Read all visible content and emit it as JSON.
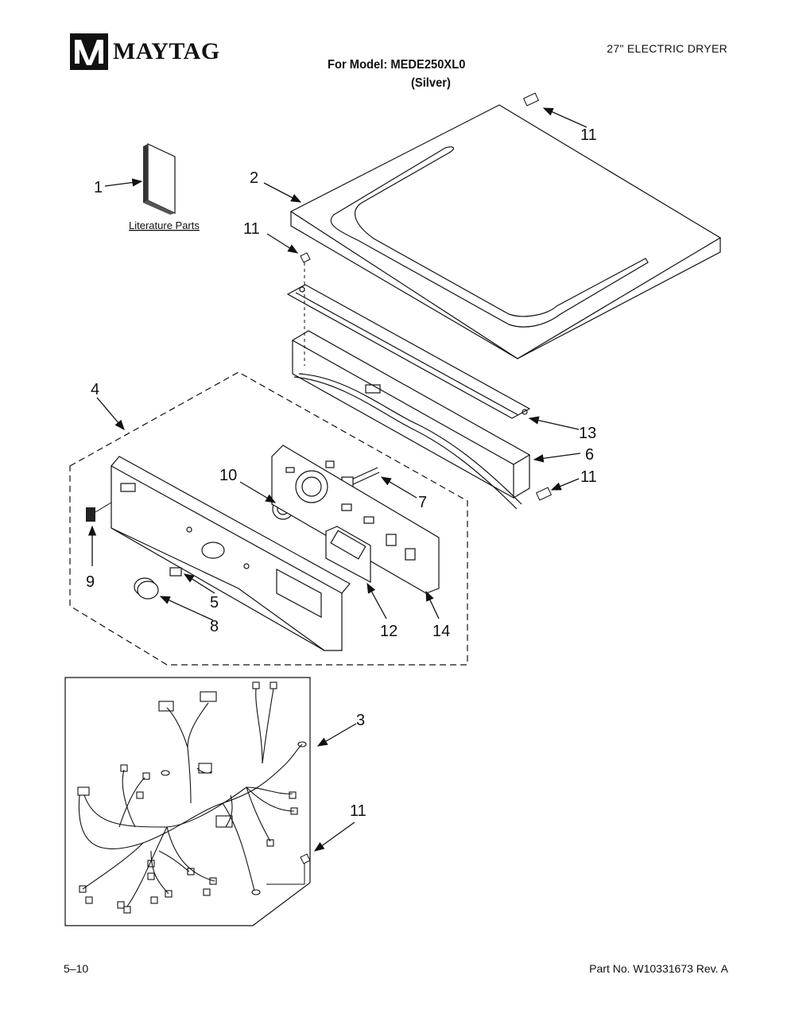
{
  "header": {
    "brand": "MAYTAG",
    "product_type": "27\" ELECTRIC DRYER",
    "model_line": "For Model: MEDE250XL0",
    "color_line": "(Silver)"
  },
  "diagram": {
    "literature_label": "Literature Parts",
    "callouts": {
      "c1": "1",
      "c2": "2",
      "c3": "3",
      "c4": "4",
      "c5": "5",
      "c6": "6",
      "c7": "7",
      "c8": "8",
      "c9": "9",
      "c10": "10",
      "c11a": "11",
      "c11b": "11",
      "c11c": "11",
      "c11d": "11",
      "c12": "12",
      "c13": "13",
      "c14": "14"
    }
  },
  "footer": {
    "page_number": "5–10",
    "part_number": "Part No. W10331673 Rev. A"
  }
}
